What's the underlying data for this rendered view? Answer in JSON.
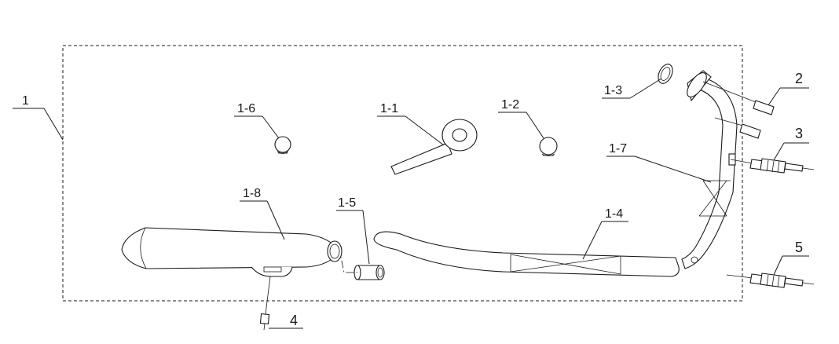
{
  "labels": {
    "assembly": "1",
    "wrap": "1-1",
    "clamp_right": "1-2",
    "gasket": "1-3",
    "header_pipe": "1-4",
    "connector": "1-5",
    "clamp_left": "1-6",
    "front_pipe": "1-7",
    "muffler": "1-8",
    "bolt": "2",
    "sensor_upper": "3",
    "screw": "4",
    "sensor_lower": "5"
  },
  "colors": {
    "line": "#1a1a1a",
    "background": "#ffffff"
  }
}
